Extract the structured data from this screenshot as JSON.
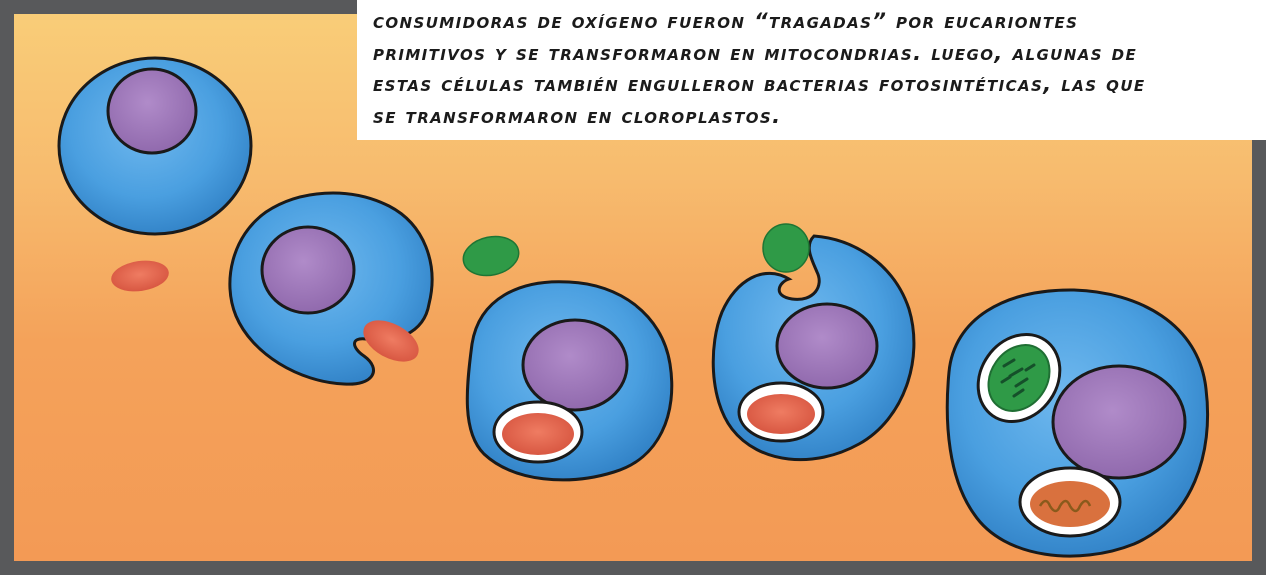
{
  "caption": {
    "lines": [
      "CONSUMIDORAS DE OXÍGENO FUERON “TRAGADAS” POR EUCARIONTES",
      "PRIMITIVOS Y SE TRANSFORMARON EN MITOCONDRIAS. LUEGO, ALGUNAS DE",
      "ESTAS CÉLULAS TAMBIÉN ENGULLERON BACTERIAS FOTOSINTÉTICAS, LAS QUE",
      "SE TRANSFORMARON EN CLOROPLASTOS."
    ]
  },
  "colors": {
    "frame": "#58595b",
    "background_top": "#f9cd78",
    "background_bottom": "#f39a55",
    "cell": "#4a9fe0",
    "cell_dark": "#2f7fc4",
    "nucleus": "#9a74b5",
    "mitochondrion": "#e0644e",
    "chloroplast": "#2f9a47",
    "outline": "#1a1a1a"
  },
  "stages": [
    {
      "name": "eukaryote-cell",
      "contents": [
        "nucleus"
      ]
    },
    {
      "name": "engulfing-mitochondrion",
      "contents": [
        "nucleus",
        "aerobic-bacterium"
      ]
    },
    {
      "name": "cell-with-mitochondrion",
      "contents": [
        "nucleus",
        "mitochondrion"
      ]
    },
    {
      "name": "engulfing-chloroplast",
      "contents": [
        "nucleus",
        "mitochondrion",
        "photosynthetic-bacterium"
      ]
    },
    {
      "name": "cell-with-chloroplast",
      "contents": [
        "nucleus",
        "mitochondrion",
        "chloroplast"
      ]
    }
  ]
}
